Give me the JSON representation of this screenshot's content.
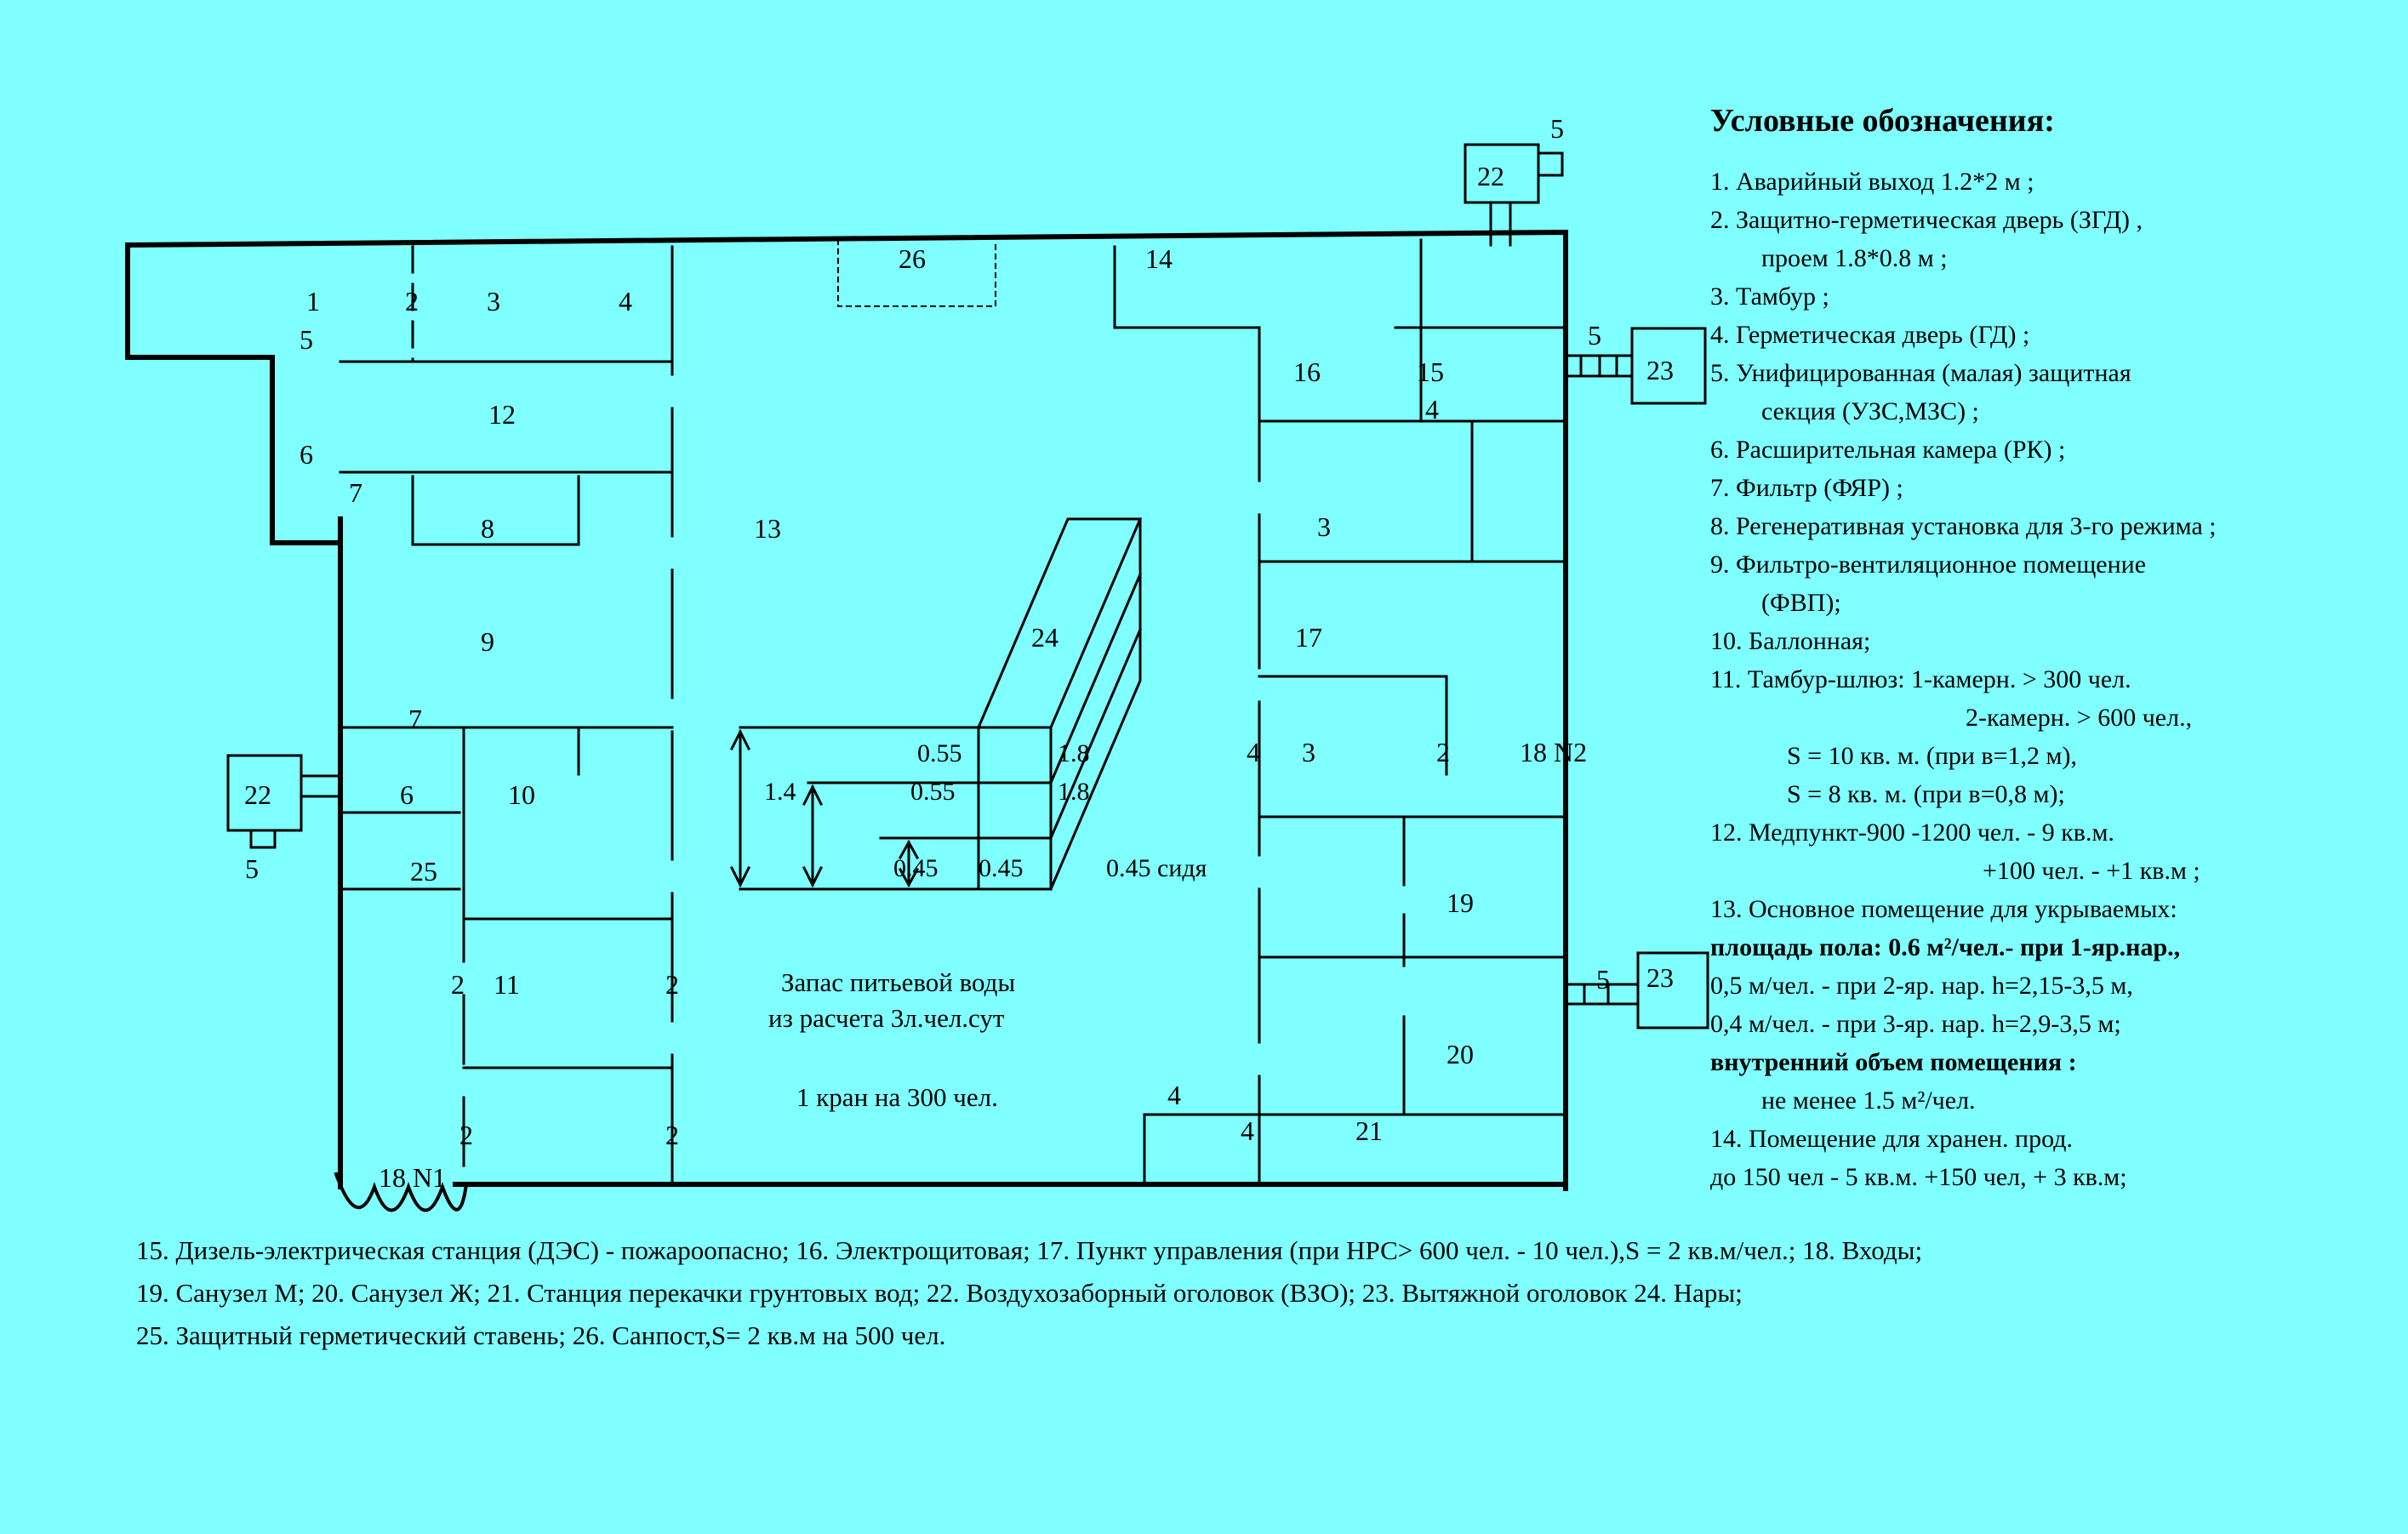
{
  "colors": {
    "background": "#7fffff",
    "line": "#000000"
  },
  "rooms": {
    "r1": "1",
    "r2a": "2",
    "r3a": "3",
    "r4a": "4",
    "r5a": "5",
    "r6a": "6",
    "r7a": "7",
    "r12": "12",
    "r8": "8",
    "r13": "13",
    "r9": "9",
    "r7b": "7",
    "r6b": "6",
    "r10": "10",
    "r25": "25",
    "r11": "11",
    "r2b": "2",
    "r2c": "2",
    "r2d": "2",
    "r2e": "2",
    "entrance1": "18 N1",
    "r26": "26",
    "r14": "14",
    "r16": "16",
    "r15": "15",
    "r4b": "4",
    "r3b": "3",
    "r17": "17",
    "r4c": "4",
    "r3c": "3",
    "r2f": "2",
    "entrance2": "18 N2",
    "r19": "19",
    "r20": "20",
    "r4d": "4",
    "r4e": "4",
    "r21": "21",
    "r24": "24",
    "r22top": "22",
    "r5top": "5",
    "r5right1": "5",
    "r23right1": "23",
    "r5right2": "5",
    "r23right2": "23",
    "r22left": "22",
    "r5left": "5"
  },
  "bunks": {
    "h1": "1.4",
    "h2": "0.55",
    "h3": "0.55",
    "h4": "0.45",
    "h5": "0.45",
    "d1": "1.8",
    "d2": "1.8",
    "sitting": "0.45 сидя"
  },
  "water": {
    "line1": "Запас питьевой воды",
    "line2": "из расчета 3л.чел.сут",
    "tap": "1 кран на 300 чел."
  },
  "legend": {
    "title": "Условные обозначения:",
    "items": [
      "1. Аварийный выход 1.2*2 м ;",
      "2. Защитно-герметическая дверь (ЗГД) ,",
      "проем 1.8*0.8 м ;",
      "3. Тамбур ;",
      "4. Герметическая дверь (ГД) ;",
      "5. Унифицированная (малая) защитная",
      "секция (УЗС,МЗС) ;",
      "6. Расширительная камера (РК) ;",
      "7. Фильтр (ФЯР) ;",
      "8. Регенеративная установка для 3-го режима ;",
      "9. Фильтро-вентиляционное помещение",
      "(ФВП);",
      "10. Баллонная;",
      "11. Тамбур-шлюз: 1-камерн. > 300 чел.",
      "2-камерн. > 600 чел.,",
      "S = 10 кв. м. (при в=1,2 м),",
      "S = 8 кв. м. (при в=0,8 м);",
      "12. Медпункт-900 -1200 чел. - 9 кв.м.",
      "+100 чел. - +1 кв.м ;",
      "13. Основное помещение для укрываемых:",
      "площадь пола: 0.6 м²/чел.- при 1-яр.нар.,",
      "0,5 м/чел. - при 2-яр. нар. h=2,15-3,5 м,",
      "0,4 м/чел. - при 3-яр. нар. h=2,9-3,5 м;",
      "внутренний объем помещения :",
      "не менее 1.5 м²/чел.",
      "14. Помещение для хранен. прод.",
      "до 150 чел - 5 кв.м. +150 чел, + 3 кв.м;"
    ]
  },
  "footer": {
    "line1": "15. Дизель-электрическая станция (ДЭС) - пожароопасно; 16. Электрощитовая; 17. Пункт управления (при НРС> 600 чел. - 10 чел.),S = 2 кв.м/чел.; 18. Входы;",
    "line2": "19. Санузел М; 20. Санузел Ж; 21. Станция перекачки грунтовых вод; 22. Воздухозаборный оголовок (ВЗО); 23. Вытяжной оголовок 24. Нары;",
    "line3": "25. Защитный герметический ставень; 26. Санпост,S= 2 кв.м на 500 чел."
  }
}
